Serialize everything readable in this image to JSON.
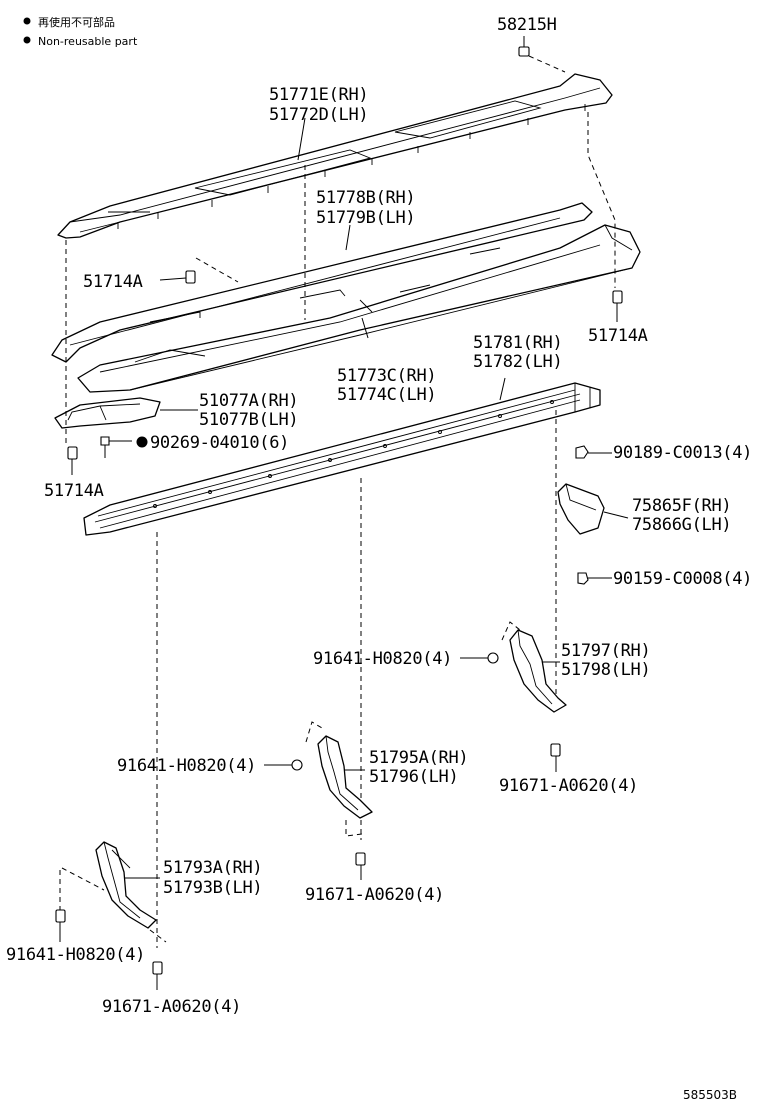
{
  "legend": {
    "mark": "●",
    "japanese": "再使用不可部品",
    "english": "Non-reusable part"
  },
  "labels": {
    "p58215H": "58215H",
    "p51771E": "51771E(RH)",
    "p51772D": "51772D(LH)",
    "p51778B": "51778B(RH)",
    "p51779B": "51779B(LH)",
    "p51714A_top": "51714A",
    "p51714A_right": "51714A",
    "p51714A_left": "51714A",
    "p51773C": "51773C(RH)",
    "p51774C": "51774C(LH)",
    "p51781": "51781(RH)",
    "p51782": "51782(LH)",
    "p51077A": "51077A(RH)",
    "p51077B": "51077B(LH)",
    "p90269": "90269-04010(6)",
    "p90189": "90189-C0013(4)",
    "p75865F": "75865F(RH)",
    "p75866G": "75866G(LH)",
    "p90159": "90159-C0008(4)",
    "p91641_a": "91641-H0820(4)",
    "p51797": "51797(RH)",
    "p51798": "51798(LH)",
    "p91641_b": "91641-H0820(4)",
    "p51795A": "51795A(RH)",
    "p51796": "51796(LH)",
    "p91671_a": "91671-A0620(4)",
    "p91671_b": "91671-A0620(4)",
    "p51793A": "51793A(RH)",
    "p51793B": "51793B(LH)",
    "p91641_c": "91641-H0820(4)",
    "p91671_c": "91671-A0620(4)"
  },
  "diagram_code": "585503B"
}
